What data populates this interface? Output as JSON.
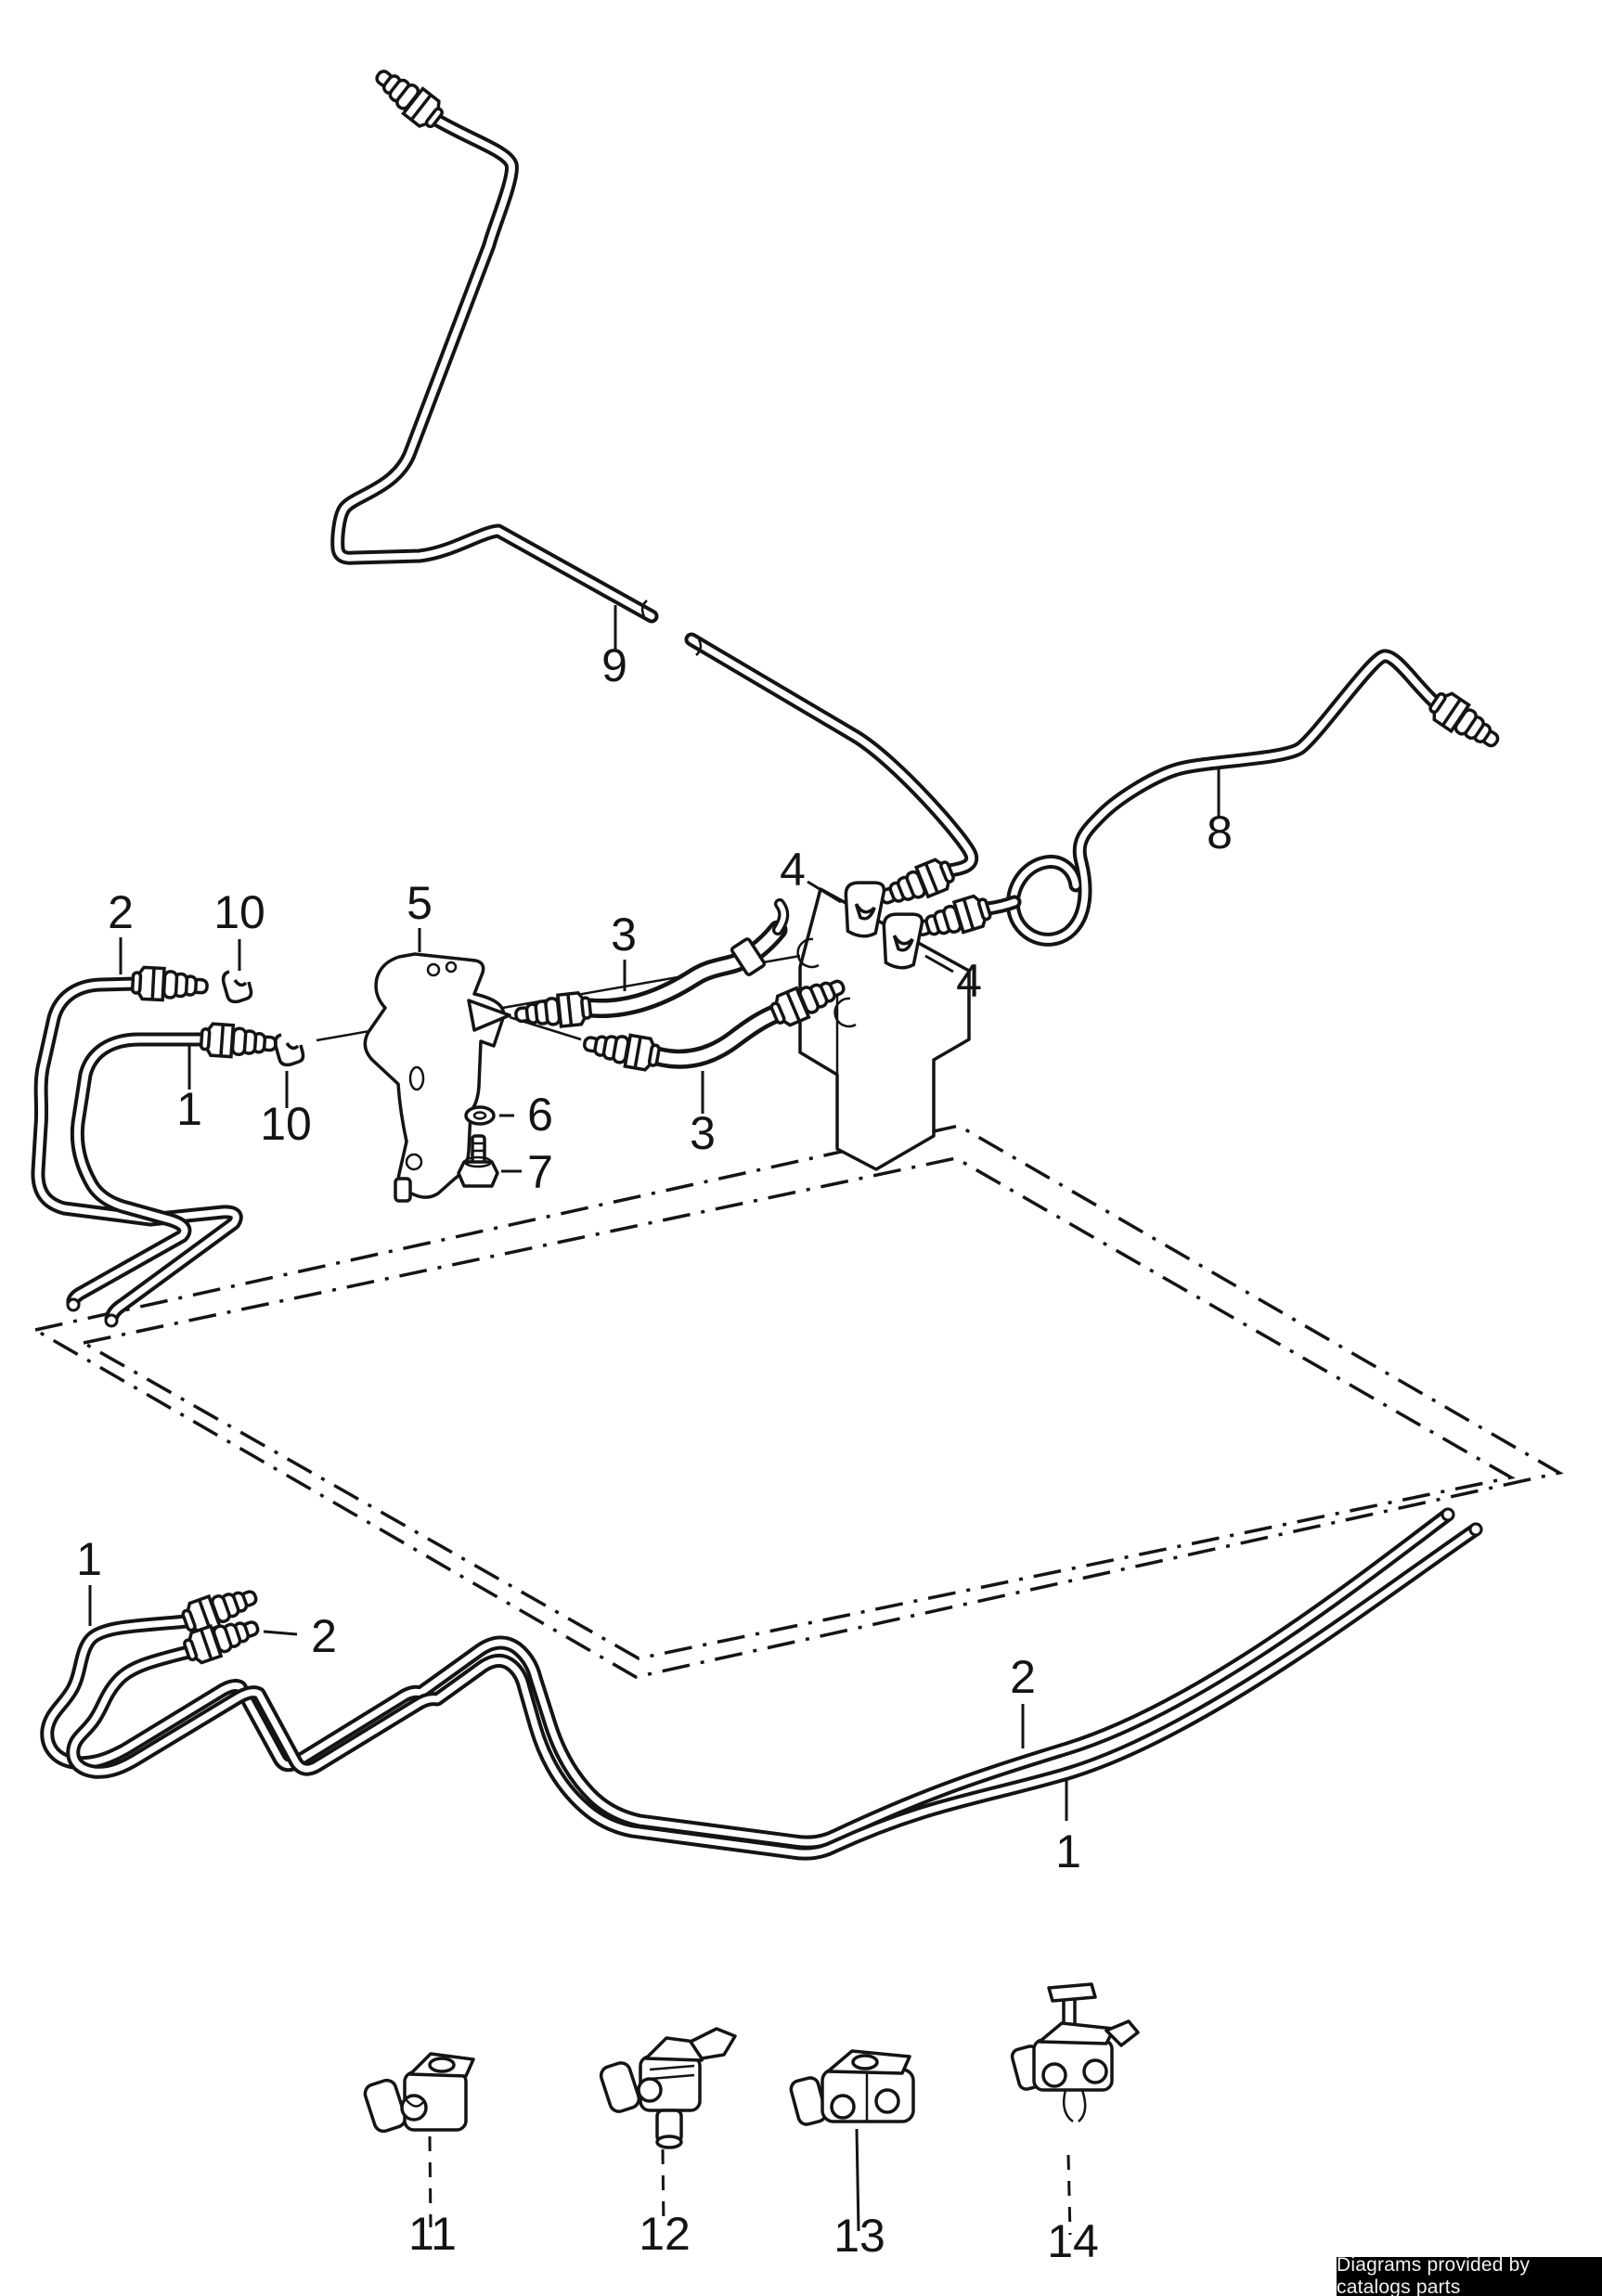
{
  "page": {
    "background": "#ffffff",
    "line_color": "#141414"
  },
  "footer": {
    "text": "Diagrams provided by catalogs parts",
    "background": "#000000",
    "text_color": "#f2f2f2"
  },
  "callouts": [
    {
      "label": "9"
    },
    {
      "label": "8"
    },
    {
      "label": "2"
    },
    {
      "label": "10"
    },
    {
      "label": "5"
    },
    {
      "label": "3"
    },
    {
      "label": "4"
    },
    {
      "label": "4"
    },
    {
      "label": "1"
    },
    {
      "label": "10"
    },
    {
      "label": "6"
    },
    {
      "label": "7"
    },
    {
      "label": "3"
    },
    {
      "label": "1"
    },
    {
      "label": "2"
    },
    {
      "label": "2"
    },
    {
      "label": "1"
    },
    {
      "label": "11"
    },
    {
      "label": "12"
    },
    {
      "label": "13"
    },
    {
      "label": "14"
    }
  ]
}
